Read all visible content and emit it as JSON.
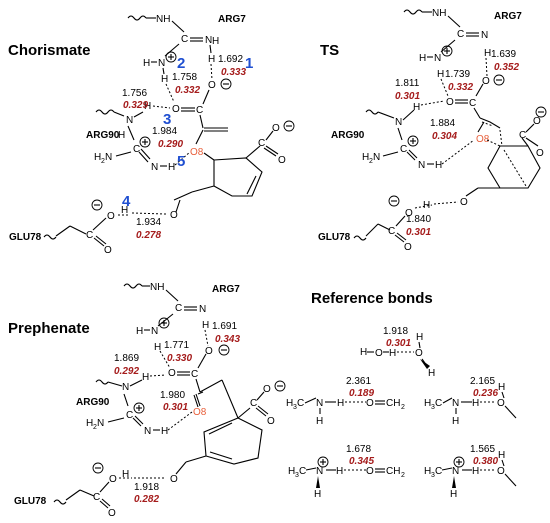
{
  "colors": {
    "wbi": "#a51c1c",
    "index": "#1f4fd1",
    "o8": "#e8603c"
  },
  "chorismate": {
    "title": "Chorismate",
    "arg7": "ARG7",
    "arg90": "ARG90",
    "glu78": "GLU78",
    "o8": "O8",
    "d1": "1.692",
    "w1": "0.333",
    "d2": "1.758",
    "w2": "0.332",
    "d3": "1.756",
    "w3": "0.329",
    "d4": "1.984",
    "w4": "0.290",
    "d5": "1.934",
    "w5": "0.278",
    "i1": "1",
    "i2": "2",
    "i3": "3",
    "i4": "4",
    "i5": "5"
  },
  "ts": {
    "title": "TS",
    "arg7": "ARG7",
    "arg90": "ARG90",
    "glu78": "GLU78",
    "o8": "O8",
    "d1": "1.639",
    "w1": "0.352",
    "d2": "1.739",
    "w2": "0.332",
    "d3": "1.811",
    "w3": "0.301",
    "d4": "1.884",
    "w4": "0.304",
    "d5": "1.840",
    "w5": "0.301"
  },
  "prephenate": {
    "title": "Prephenate",
    "arg7": "ARG7",
    "arg90": "ARG90",
    "glu78": "GLU78",
    "o8": "O8",
    "d1": "1.691",
    "w1": "0.343",
    "d2": "1.771",
    "w2": "0.330",
    "d3": "1.869",
    "w3": "0.292",
    "d4": "1.980",
    "w4": "0.301",
    "d5": "1.918",
    "w5": "0.282"
  },
  "reference": {
    "title": "Reference bonds",
    "water": {
      "d": "1.918",
      "w": "0.301"
    },
    "nh_ch2o": {
      "d": "2.361",
      "w": "0.189"
    },
    "nh_meo": {
      "d": "2.165",
      "w": "0.236"
    },
    "nh3_ch2o": {
      "d": "1.678",
      "w": "0.345"
    },
    "nh3_meo": {
      "d": "1.565",
      "w": "0.380"
    }
  }
}
